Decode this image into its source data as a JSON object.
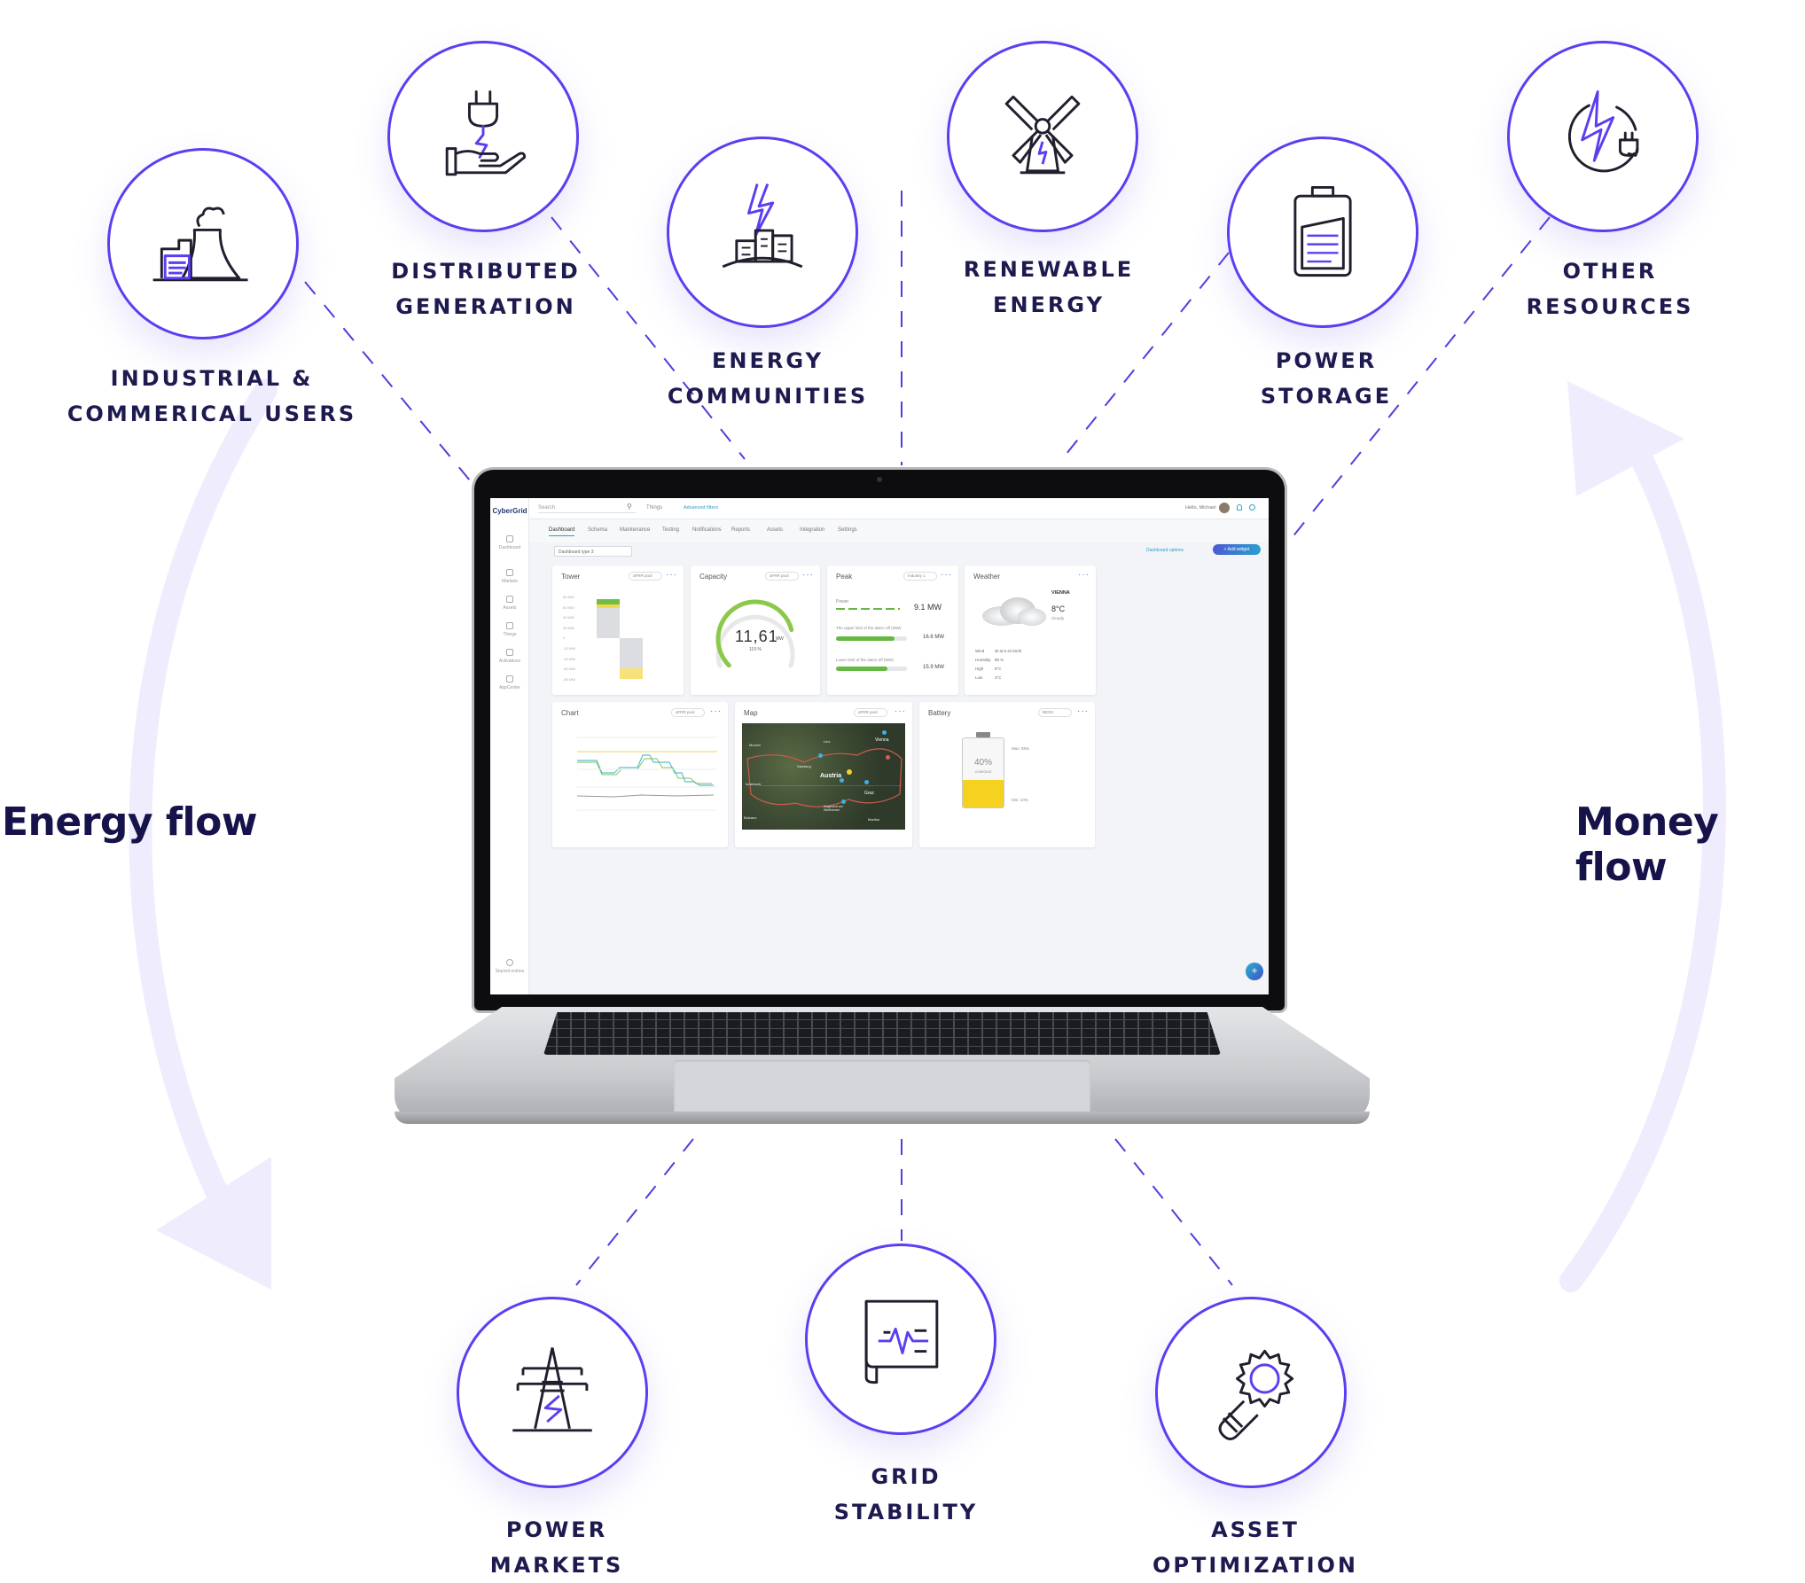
{
  "nodes": [
    {
      "id": "industrial",
      "icon": "factory-icon",
      "lines": [
        "INDUSTRIAL &",
        "COMMERICAL USERS"
      ]
    },
    {
      "id": "distributed",
      "icon": "plug-hand-icon",
      "lines": [
        "DISTRIBUTED",
        "GENERATION"
      ]
    },
    {
      "id": "communities",
      "icon": "city-lightning-icon",
      "lines": [
        "ENERGY",
        "COMMUNITIES"
      ]
    },
    {
      "id": "renewable",
      "icon": "windmill-icon",
      "lines": [
        "RENEWABLE",
        "ENERGY"
      ]
    },
    {
      "id": "storage",
      "icon": "battery-icon",
      "lines": [
        "POWER",
        "STORAGE"
      ]
    },
    {
      "id": "other",
      "icon": "energy-cycle-icon",
      "lines": [
        "OTHER",
        "RESOURCES"
      ]
    },
    {
      "id": "markets",
      "icon": "power-tower-icon",
      "lines": [
        "POWER",
        "MARKETS"
      ]
    },
    {
      "id": "grid",
      "icon": "grid-chart-icon",
      "lines": [
        "GRID",
        "STABILITY"
      ]
    },
    {
      "id": "asset",
      "icon": "gear-bulb-icon",
      "lines": [
        "ASSET",
        "OPTIMIZATION"
      ]
    }
  ],
  "flows": {
    "left": "Energy flow",
    "right": "Money flow"
  },
  "colors": {
    "accent": "#5a3ff0",
    "flow_arrow": "#efedfd",
    "text": "#1d1a4f",
    "dash": "#4c3fe0"
  },
  "dashboard": {
    "brand": "CyberGrid",
    "search_placeholder": "Search",
    "things_label": "Things",
    "advanced_filters": "Advanced filters",
    "greeting": "Hello, Michael",
    "sidebar": [
      "Dashboard",
      "Markets",
      "Assets",
      "Things",
      "Activations",
      "AppCenter"
    ],
    "starred": "Starred entries",
    "tabs": [
      "Dashboard",
      "Schema",
      "Maintenance",
      "Testing",
      "Notifications",
      "Reports",
      "Assets",
      "Integration",
      "Settings"
    ],
    "dashboard_type": "Dashboard type 3",
    "dashboard_options": "Dashboard options",
    "add_widget": "+ Add widget",
    "tower": {
      "title": "Tower",
      "select": "aFRR pool",
      "ticks": [
        "80 MW",
        "60 MW",
        "40 MW",
        "20 MW",
        "0",
        "-20 MW",
        "-40 MW",
        "-60 MW",
        "-80 MW"
      ]
    },
    "capacity": {
      "title": "Capacity",
      "select": "aFRR pool",
      "value": "11,61",
      "unit": "MW",
      "percent": "119 %",
      "fraction": 0.78
    },
    "peak": {
      "title": "Peak",
      "select": "Industry 1",
      "power_label": "Power",
      "power_value": "9.1 MW",
      "upper_label": "The upper limit of the alarm off (MW)",
      "upper_value": "16.6 MW",
      "lower_label": "Lower limit of the alarm off (MW)",
      "lower_value": "15.9 MW",
      "upper_fill": 0.82,
      "lower_fill": 0.73
    },
    "weather": {
      "title": "Weather",
      "city": "VIENNA",
      "temp": "8°C",
      "condition": "Cloudy",
      "rows": [
        [
          "Wind",
          "W at 6.44 km/h"
        ],
        [
          "Humidity",
          "80 %"
        ],
        [
          "High",
          "8°C"
        ],
        [
          "Low",
          "3°C"
        ]
      ]
    },
    "chart": {
      "title": "Chart",
      "select": "aFRR pool"
    },
    "map": {
      "title": "Map",
      "select": "aFRR pool",
      "cities": [
        "Vienna",
        "Linz",
        "Munich",
        "Austria",
        "Graz",
        "Klagenfurt am Wörthersee",
        "Salzburg",
        "Innsbruck",
        "Bolzano",
        "Maribor"
      ]
    },
    "battery": {
      "title": "Battery",
      "select": "BESS",
      "percent": "40%",
      "status": "CHARGING",
      "max": "Max: 85%",
      "min": "Min: 10%",
      "level": 0.4
    }
  }
}
